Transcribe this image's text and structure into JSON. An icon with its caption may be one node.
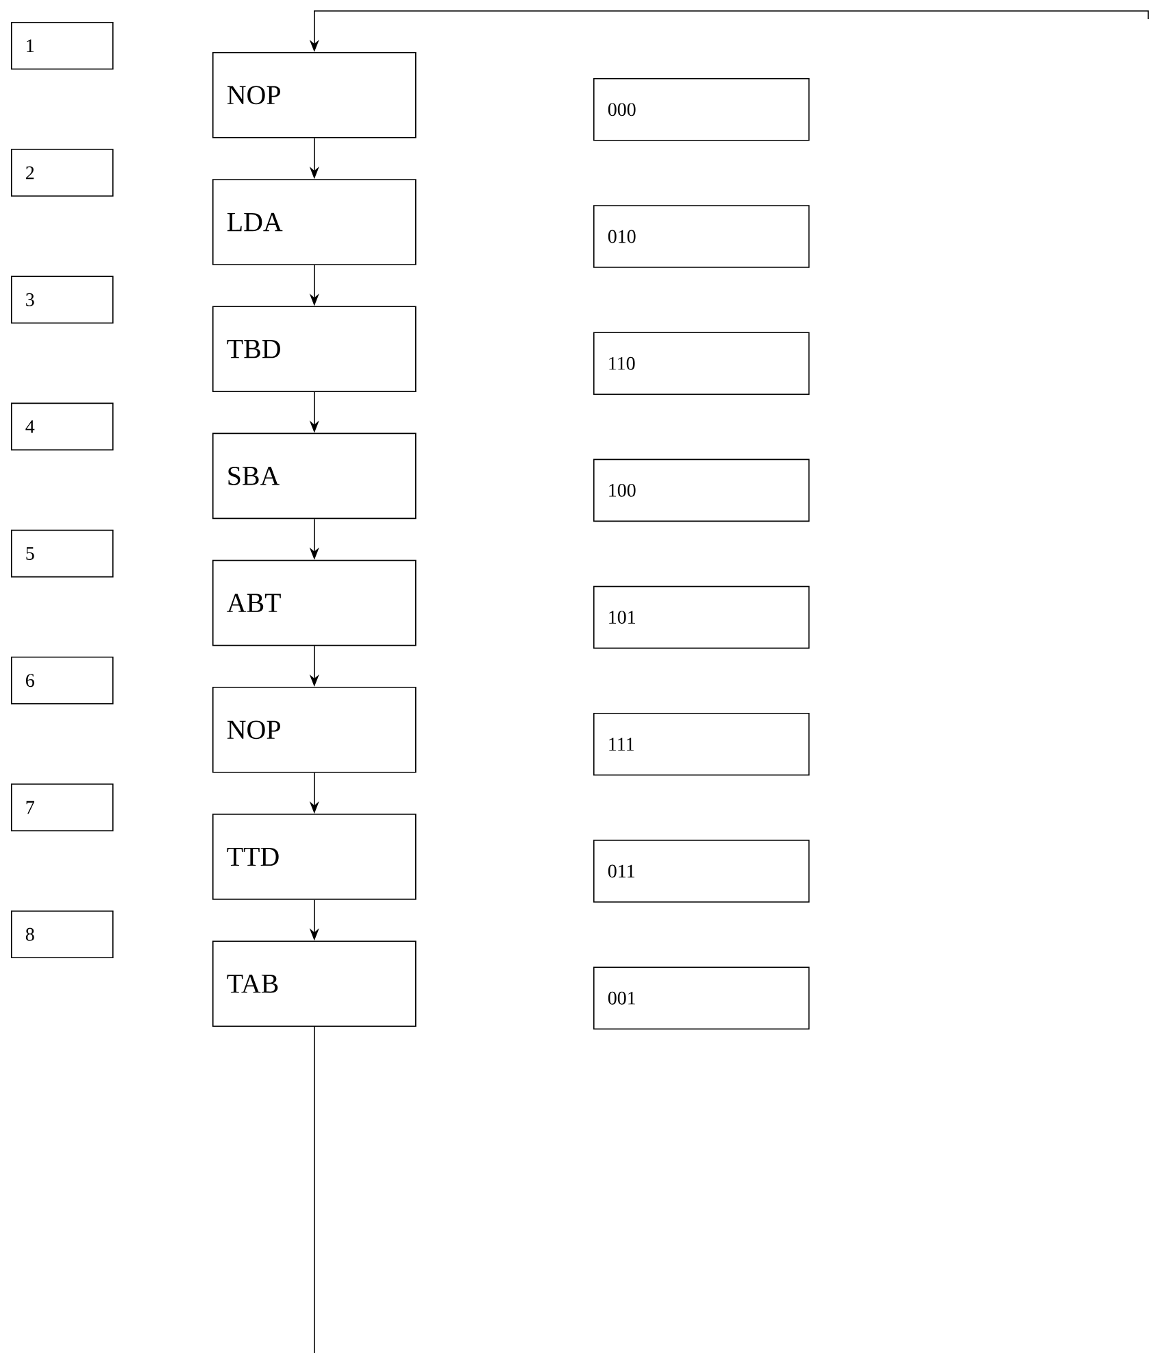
{
  "diagram": {
    "nodes": [
      {
        "text": [
          "1"
        ]
      },
      {
        "text": [
          "NOP"
        ]
      },
      {
        "text": [
          "000"
        ]
      },
      {
        "text": [
          "2"
        ]
      },
      {
        "text": [
          "LDA"
        ]
      },
      {
        "text": [
          "010"
        ]
      },
      {
        "text": [
          "3"
        ]
      },
      {
        "text": [
          "TBD"
        ]
      },
      {
        "text": [
          "110"
        ]
      },
      {
        "text": [
          "4"
        ]
      },
      {
        "text": [
          "SBA"
        ]
      },
      {
        "text": [
          "100"
        ]
      },
      {
        "text": [
          "5"
        ]
      },
      {
        "text": [
          "ABT"
        ]
      },
      {
        "text": [
          "101"
        ]
      },
      {
        "text": [
          "6"
        ]
      },
      {
        "text": [
          "NOP"
        ]
      },
      {
        "text": [
          "111"
        ]
      },
      {
        "text": [
          "7"
        ]
      },
      {
        "text": [
          "TTD"
        ]
      },
      {
        "text": [
          "011"
        ]
      },
      {
        "text": [
          "8"
        ]
      },
      {
        "text": [
          "TAB"
        ]
      },
      {
        "text": [
          "001"
        ]
      }
    ],
    "edges": [
      {
        "from": 1,
        "to": 4,
        "arrow": "to"
      },
      {
        "from": 4,
        "to": 7,
        "arrow": "to"
      },
      {
        "from": 7,
        "to": 10,
        "arrow": "to"
      },
      {
        "from": 10,
        "to": 13,
        "arrow": "to"
      },
      {
        "from": 13,
        "to": 16,
        "arrow": "to"
      },
      {
        "from": 16,
        "to": 19,
        "arrow": "to"
      },
      {
        "from": 19,
        "to": 22,
        "arrow": "to"
      },
      {
        "from": null,
        "to": 1,
        "arrow": "to"
      },
      {
        "from": 22,
        "to": null,
        "arrow": "none"
      }
    ]
  }
}
